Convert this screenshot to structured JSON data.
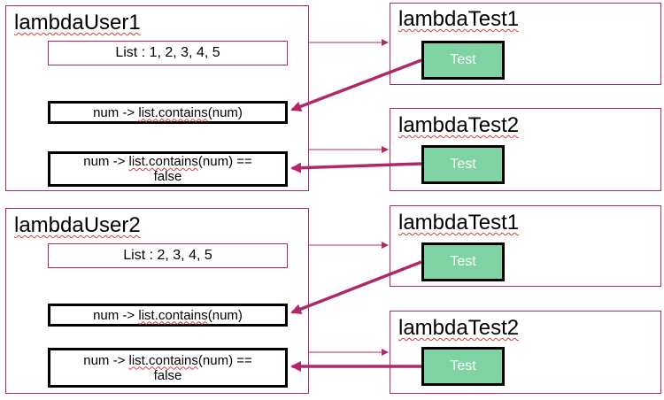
{
  "users": [
    {
      "title": "lambdaUser1",
      "list_label": "List : 1, 2, 3, 4, 5",
      "lambda_contains": {
        "pre": "num -> ",
        "call": "list.contains",
        "post": "(num)"
      },
      "lambda_not_contains": {
        "pre": "num -> ",
        "call": "list.contains",
        "post": "(num) ==",
        "line2": "false"
      }
    },
    {
      "title": "lambdaUser2",
      "list_label": "List : 2, 3, 4, 5",
      "lambda_contains": {
        "pre": "num -> ",
        "call": "list.contains",
        "post": "(num)"
      },
      "lambda_not_contains": {
        "pre": "num -> ",
        "call": "list.contains",
        "post": "(num) ==",
        "line2": "false"
      }
    }
  ],
  "tests": [
    {
      "title": "lambdaTest1",
      "button": "Test"
    },
    {
      "title": "lambdaTest2",
      "button": "Test"
    },
    {
      "title": "lambdaTest1",
      "button": "Test"
    },
    {
      "title": "lambdaTest2",
      "button": "Test"
    }
  ],
  "colors": {
    "box_border": "#b0286a",
    "arrow": "#b0286a",
    "test_fill": "#7fd3a3"
  }
}
